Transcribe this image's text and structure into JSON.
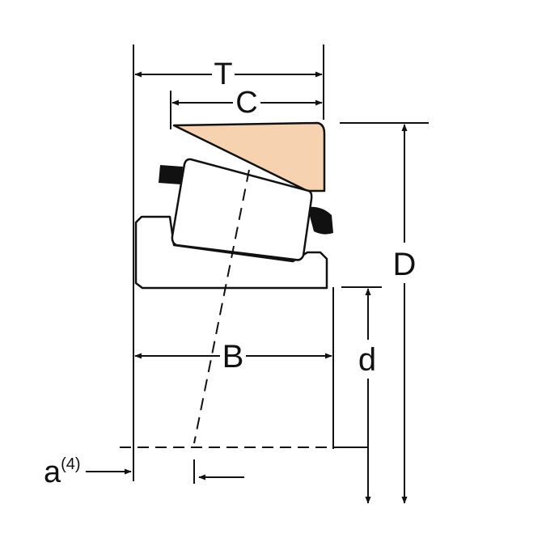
{
  "labels": {
    "T": "T",
    "C": "C",
    "D": "D",
    "B": "B",
    "d": "d",
    "a": "a",
    "a_note": "(4)"
  },
  "colors": {
    "line": "#111111",
    "cup_fill": "#f6d2b0",
    "roller_fill": "#ffffff",
    "background": "#ffffff"
  }
}
